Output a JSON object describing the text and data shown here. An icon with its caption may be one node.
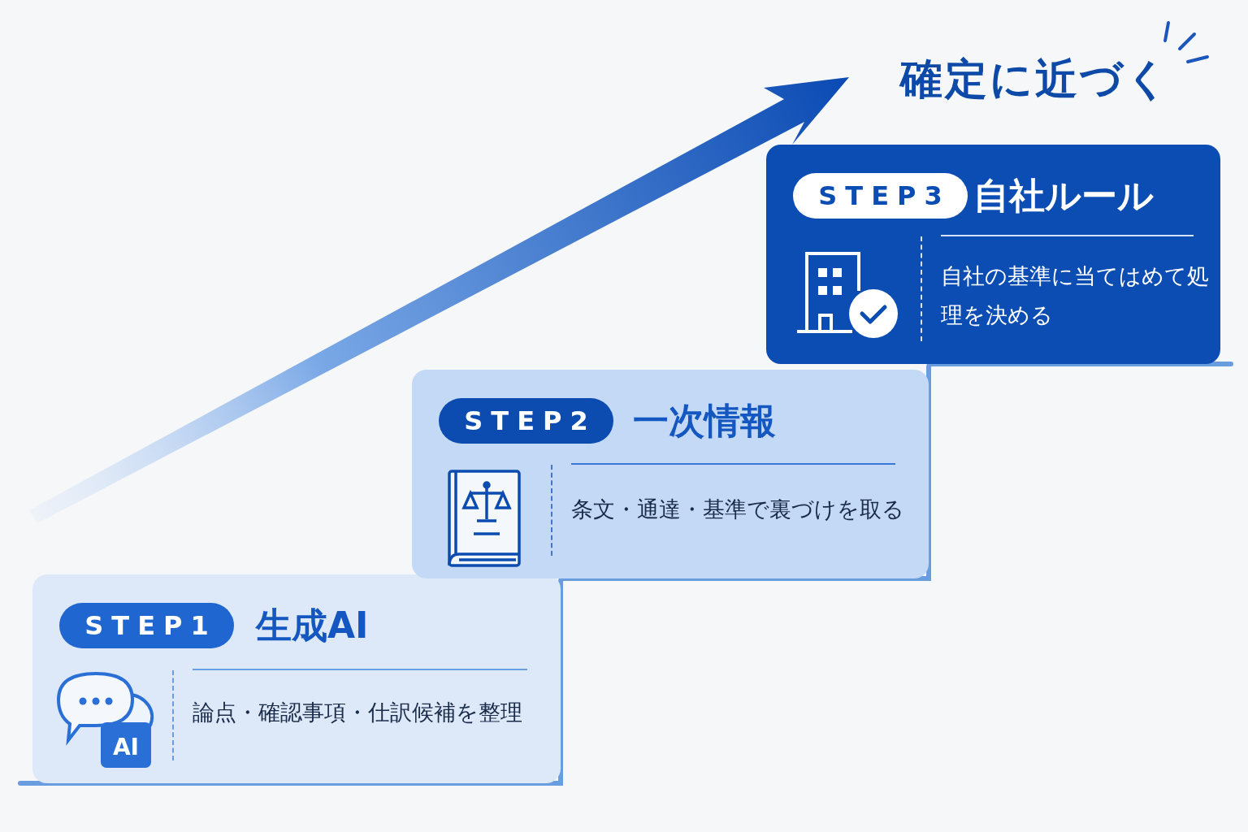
{
  "diagram": {
    "title": "確定に近づく",
    "nodes": [
      {
        "text": [
          "STEP1",
          "生成AI",
          "論点・確認事項・仕訳候補を整理"
        ]
      },
      {
        "text": [
          "STEP2",
          "一次情報",
          "条文・通達・基準で裏づけを取る"
        ]
      },
      {
        "text": [
          "STEP3",
          "自社ルール",
          "自社の基準に当てはめて処理を決める"
        ]
      }
    ],
    "labels": [
      "AI"
    ]
  }
}
